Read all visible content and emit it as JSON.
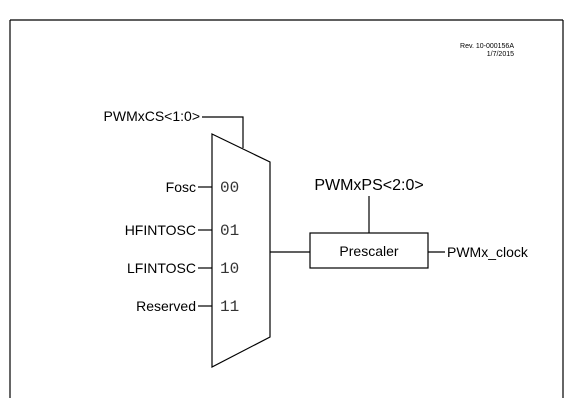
{
  "revision": {
    "line1": "Rev. 10-000156A",
    "line2": "1/7/2015"
  },
  "mux": {
    "select_label": "PWMxCS<1:0>",
    "inputs": [
      {
        "source": "Fosc",
        "code": "00"
      },
      {
        "source": "HFINTOSC",
        "code": "01"
      },
      {
        "source": "LFINTOSC",
        "code": "10"
      },
      {
        "source": "Reserved",
        "code": "11"
      }
    ]
  },
  "prescaler": {
    "label": "Prescaler",
    "select_label": "PWMxPS<2:0>",
    "output_label": "PWMx_clock"
  }
}
